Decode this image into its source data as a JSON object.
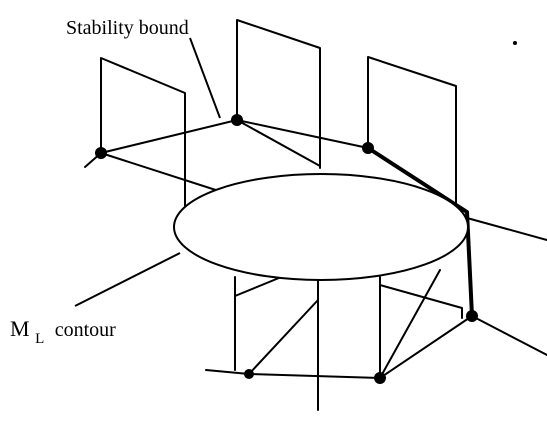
{
  "labels": {
    "stability_bound": "Stability bound",
    "contour_main": "M",
    "contour_subscript": "L",
    "contour_suffix": "contour"
  }
}
